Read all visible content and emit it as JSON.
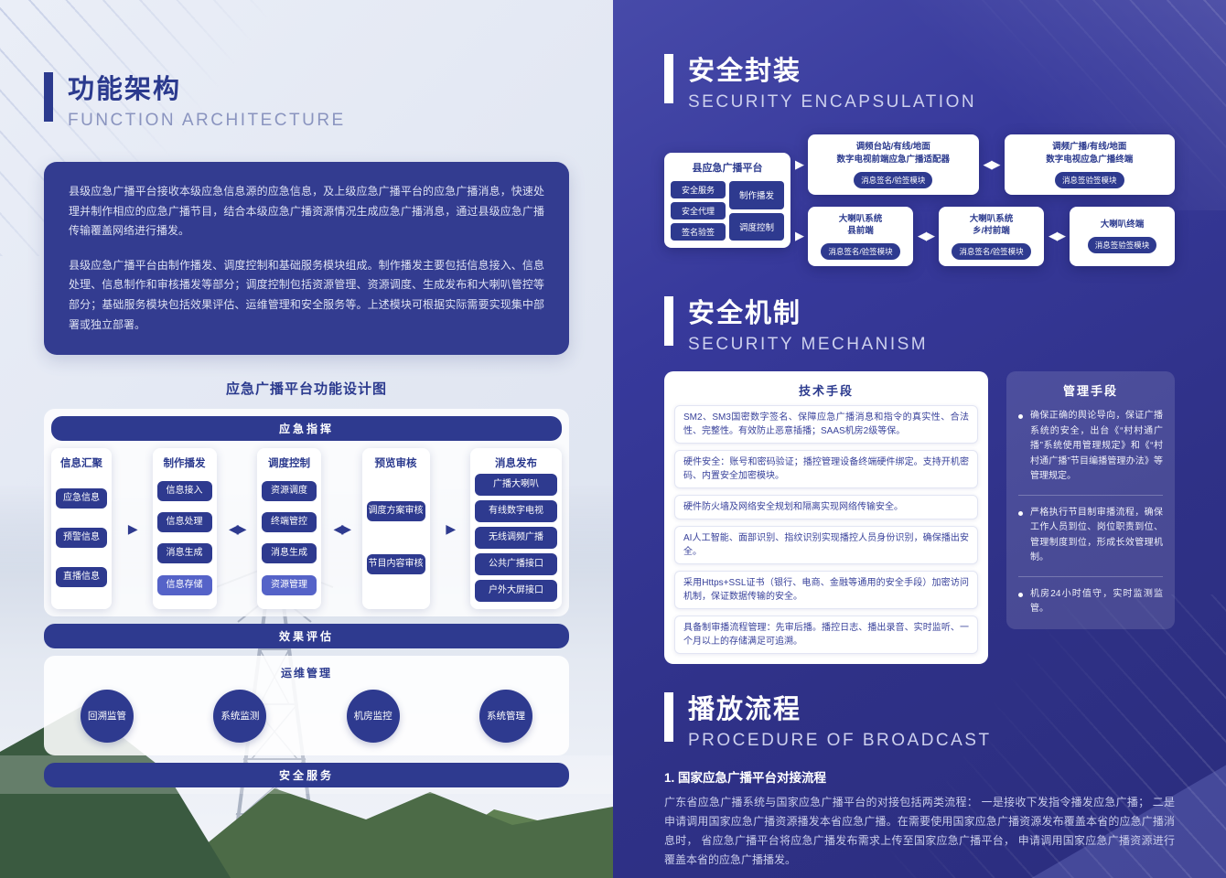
{
  "left": {
    "header": {
      "title": "功能架构",
      "subtitle": "FUNCTION ARCHITECTURE"
    },
    "intro": {
      "p1": "县级应急广播平台接收本级应急信息源的应急信息，及上级应急广播平台的应急广播消息，快速处理并制作相应的应急广播节目，结合本级应急广播资源情况生成应急广播消息，通过县级应急广播传输覆盖网络进行播发。",
      "p2": "县级应急广播平台由制作播发、调度控制和基础服务模块组成。制作播发主要包括信息接入、信息处理、信息制作和审核播发等部分；调度控制包括资源管理、资源调度、生成发布和大喇叭管控等部分；基础服务模块包括效果评估、运维管理和安全服务等。上述模块可根据实际需要实现集中部署或独立部署。"
    },
    "diagram": {
      "title": "应急广播平台功能设计图",
      "top_bar": "应急指挥",
      "arrows": [
        "▶",
        "◀▶",
        "◀▶",
        "▶"
      ],
      "columns": [
        {
          "title": "信息汇聚",
          "items": [
            "应急信息",
            "预警信息",
            "直播信息"
          ]
        },
        {
          "title": "制作播发",
          "items": [
            "信息接入",
            "信息处理",
            "消息生成",
            "信息存储"
          ]
        },
        {
          "title": "调度控制",
          "items": [
            "资源调度",
            "终端管控",
            "消息生成",
            "资源管理"
          ]
        },
        {
          "title": "预览审核",
          "items": [
            "调度方案审核",
            "节目内容审核"
          ]
        },
        {
          "title": "消息发布",
          "items": [
            "广播大喇叭",
            "有线数字电视",
            "无线调频广播",
            "公共广播接口",
            "户外大屏接口"
          ]
        }
      ],
      "effect_bar": "效果评估",
      "ops": {
        "title": "运维管理",
        "circles": [
          "回溯监管",
          "系统监测",
          "机房监控",
          "系统管理"
        ]
      },
      "security_bar": "安全服务"
    }
  },
  "right": {
    "sec1": {
      "title": "安全封装",
      "subtitle": "SECURITY ENCAPSULATION"
    },
    "encap": {
      "arrows": {
        "single": "▶",
        "double": "◀▶"
      },
      "platform": {
        "title": "县应急广播平台",
        "col1": [
          "安全服务",
          "安全代理",
          "签名验签"
        ],
        "col2": [
          "制作播发",
          "调度控制"
        ]
      },
      "row1": [
        {
          "title": "调频台站/有线/地面\n数字电视前端应急广播适配器",
          "pill": "消息签名/验签模块"
        },
        {
          "title": "调频广播/有线/地面\n数字电视应急广播终端",
          "pill": "消息签验签模块"
        }
      ],
      "row2": [
        {
          "title": "大喇叭系统\n县前端",
          "pill": "消息签名/验签模块"
        },
        {
          "title": "大喇叭系统\n乡/村前端",
          "pill": "消息签名/验签模块"
        },
        {
          "title": "大喇叭终端",
          "pill": "消息签验签模块"
        }
      ]
    },
    "sec2": {
      "title": "安全机制",
      "subtitle": "SECURITY MECHANISM"
    },
    "tech": {
      "title": "技术手段",
      "items": [
        "SM2、SM3国密数字签名、保障应急广播消息和指令的真实性、合法性、完整性。有效防止恶意插播；SAAS机房2级等保。",
        "硬件安全：账号和密码验证；播控管理设备终端硬件绑定。支持开机密码、内置安全加密模块。",
        "硬件防火墙及网络安全规划和隔离实现网络传输安全。",
        "AI人工智能、面部识别、指纹识别实现播控人员身份识别，确保播出安全。",
        "采用Https+SSL证书（银行、电商、金融等通用的安全手段）加密访问机制，保证数据传输的安全。",
        "具备制审播流程管理：先审后播。播控日志、播出录音、实时监听、一个月以上的存储满足可追溯。"
      ]
    },
    "mgmt": {
      "title": "管理手段",
      "items": [
        "确保正确的舆论导向，保证广播系统的安全，出台《“村村通广播”系统使用管理规定》和《“村村通广播”节目编播管理办法》等管理规定。",
        "严格执行节目制审播流程，确保工作人员到位、岗位职责到位、管理制度到位，形成长效管理机制。",
        "机房24小时值守，实时监测监管。"
      ]
    },
    "sec3": {
      "title": "播放流程",
      "subtitle": "PROCEDURE OF BROADCAST"
    },
    "procedure": {
      "heading": "1. 国家应急广播平台对接流程",
      "body": "广东省应急广播系统与国家应急广播平台的对接包括两类流程： 一是接收下发指令播发应急广播； 二是申请调用国家应急广播资源播发本省应急广播。在需要使用国家应急广播资源发布覆盖本省的应急广播消息时， 省应急广播平台将应急广播发布需求上传至国家应急广播平台， 申请调用国家应急广播资源进行覆盖本省的应急广播播发。"
    }
  }
}
